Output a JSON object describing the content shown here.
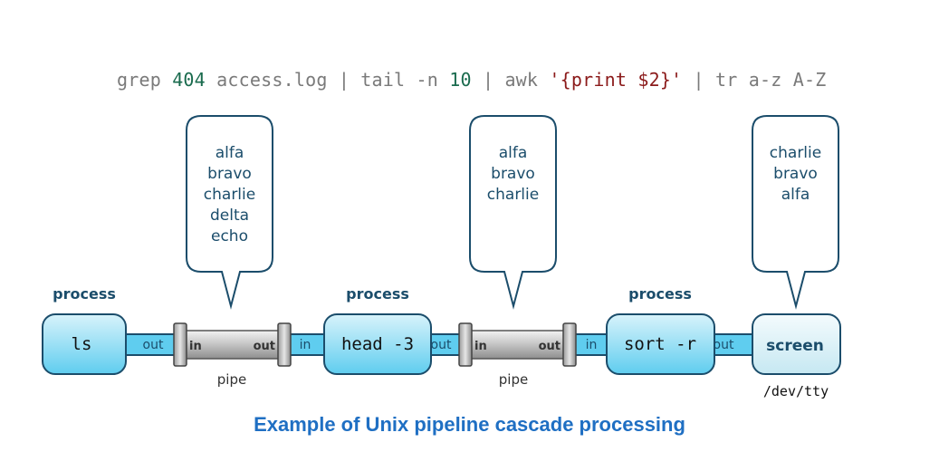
{
  "command": {
    "tokens": [
      {
        "text": "grep ",
        "kind": "plain"
      },
      {
        "text": "404",
        "kind": "num"
      },
      {
        "text": " access.log | tail -n ",
        "kind": "plain"
      },
      {
        "text": "10",
        "kind": "num"
      },
      {
        "text": " | awk ",
        "kind": "plain"
      },
      {
        "text": "'{print $2}'",
        "kind": "str"
      },
      {
        "text": " | tr a-z A-Z",
        "kind": "plain"
      }
    ]
  },
  "colors": {
    "box_fill_top": "#d8f3fb",
    "box_fill_bottom": "#5fcdef",
    "screen_fill_top": "#f4fbfd",
    "screen_fill_bottom": "#c6e8f2",
    "outline": "#1b4d6b",
    "label": "#1b4d6b",
    "pipe_metal": "#b4b4b4",
    "caption": "#1f6fc3"
  },
  "processes": [
    {
      "heading": "process",
      "name": "ls"
    },
    {
      "heading": "process",
      "name": "head -3"
    },
    {
      "heading": "process",
      "name": "sort -r"
    }
  ],
  "pipes": [
    {
      "label": "pipe",
      "in_label": "in",
      "out_label": "out"
    },
    {
      "label": "pipe",
      "in_label": "in",
      "out_label": "out"
    }
  ],
  "connectors": {
    "out_label": "out",
    "in_label": "in"
  },
  "bubbles": [
    {
      "lines": [
        "alfa",
        "bravo",
        "charlie",
        "delta",
        "echo"
      ]
    },
    {
      "lines": [
        "alfa",
        "bravo",
        "charlie"
      ]
    },
    {
      "lines": [
        "charlie",
        "bravo",
        "alfa"
      ]
    }
  ],
  "screen": {
    "name": "screen",
    "device": "/dev/tty"
  },
  "caption": "Example of Unix pipeline cascade processing"
}
